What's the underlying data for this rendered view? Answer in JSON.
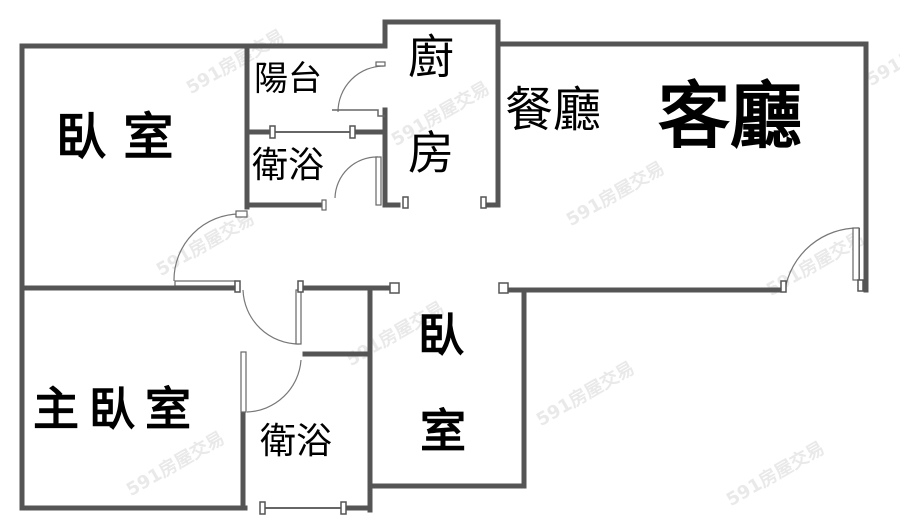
{
  "plan": {
    "rooms": [
      {
        "id": "bedroom-nw",
        "label": "臥 室"
      },
      {
        "id": "balcony",
        "label": "陽台"
      },
      {
        "id": "bath-upper",
        "label": "衛浴"
      },
      {
        "id": "kitchen-top",
        "label": "廚"
      },
      {
        "id": "kitchen-bottom",
        "label": "房"
      },
      {
        "id": "dining",
        "label": "餐廳"
      },
      {
        "id": "living",
        "label": "客廳"
      },
      {
        "id": "master-bedroom",
        "label": "主臥室"
      },
      {
        "id": "bath-lower",
        "label": "衛浴"
      },
      {
        "id": "bedroom-mid-top",
        "label": "臥"
      },
      {
        "id": "bedroom-mid-bottom",
        "label": "室"
      }
    ],
    "watermark": "591房屋交易",
    "colors": {
      "wall": "#555555",
      "text": "#000000",
      "background": "#ffffff",
      "watermark": "#d8d8d8"
    }
  }
}
